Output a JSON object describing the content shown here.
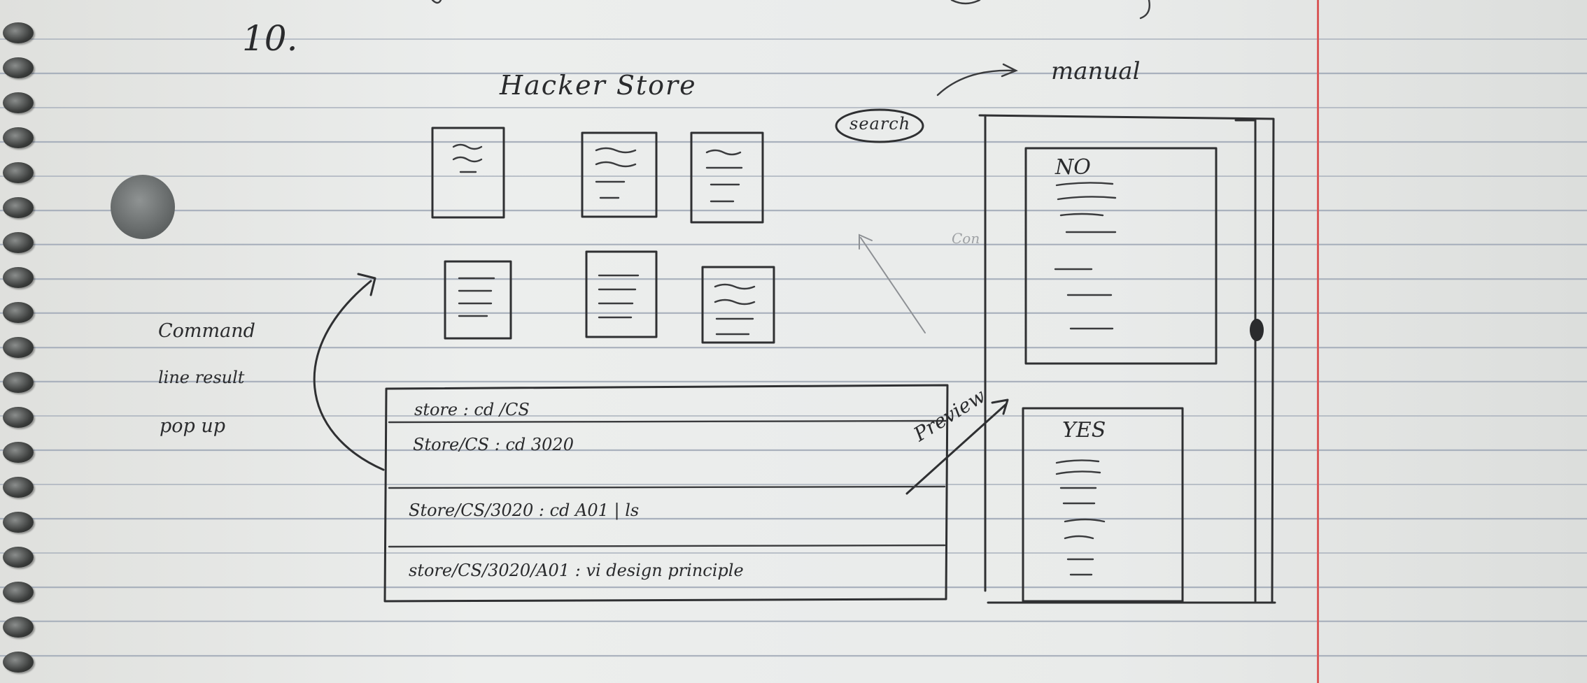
{
  "page": {
    "number": "10.",
    "title": "Hacker Store"
  },
  "search": {
    "label": "search",
    "note": "manual"
  },
  "annotation": {
    "line1": "Command",
    "line2": "line result",
    "line3": "pop up"
  },
  "terminal": {
    "lines": [
      "store : cd /CS",
      "Store/CS : cd 3020",
      "Store/CS/3020 : cd A01 | ls",
      "store/CS/3020/A01 : vi design principle"
    ]
  },
  "preview": {
    "label": "Preview",
    "doc_no": "NO",
    "doc_yes": "YES"
  },
  "colors": {
    "paper": "#e7e8e6",
    "rule_line": "#a8b0bc",
    "margin_line": "#d85a5a",
    "ink": "#2f3032"
  }
}
